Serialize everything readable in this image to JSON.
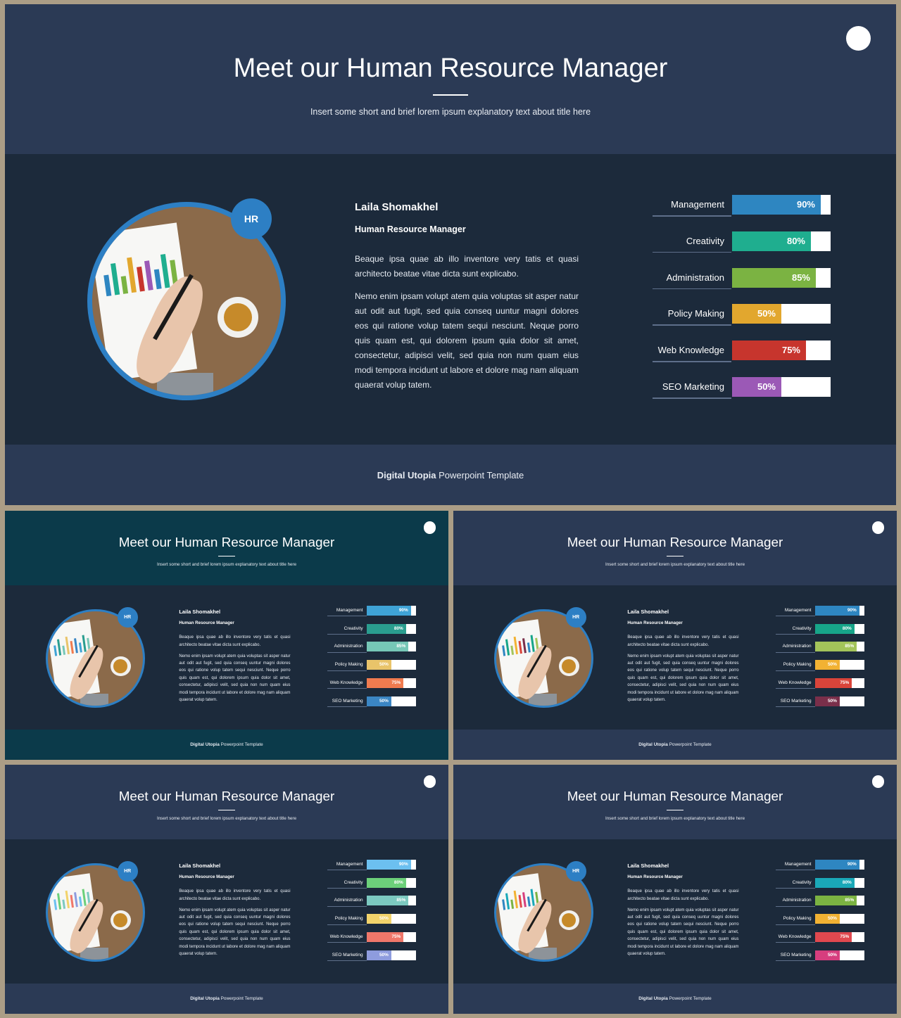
{
  "slide": {
    "title": "Meet our Human Resource Manager",
    "subtitle": "Insert some short and brief lorem ipsum explanatory text about title here",
    "badge": "HR",
    "name": "Laila Shomakhel",
    "role": "Human Resource Manager",
    "paragraph1": "Beaque ipsa quae ab illo inventore very tatis et quasi architecto beatae vitae dicta sunt explicabo.",
    "paragraph2": "Nemo enim ipsam volupt atem quia voluptas sit asper natur aut odit aut fugit, sed quia conseq uuntur magni dolores eos qui ratione volup tatem sequi nesciunt. Neque porro quis quam est, qui dolorem ipsum quia dolor sit amet, consectetur, adipisci velit, sed quia non num quam eius modi tempora incidunt ut labore et dolore mag nam aliquam quaerat volup tatem.",
    "footer_brand": "Digital Utopia",
    "footer_text": "Powerpoint Template"
  },
  "skills": [
    {
      "label": "Management",
      "value": 90,
      "text": "90%"
    },
    {
      "label": "Creativity",
      "value": 80,
      "text": "80%"
    },
    {
      "label": "Administration",
      "value": 85,
      "text": "85%"
    },
    {
      "label": "Policy Making",
      "value": 50,
      "text": "50%"
    },
    {
      "label": "Web Knowledge",
      "value": 75,
      "text": "75%"
    },
    {
      "label": "SEO Marketing",
      "value": 50,
      "text": "50%"
    }
  ],
  "variants": [
    {
      "header_bg": "#2b3a55",
      "footer_bg": "#2b3a55",
      "colors": [
        "#2e86c1",
        "#1fae8f",
        "#7bb342",
        "#e2a72e",
        "#c7352d",
        "#9b59b6"
      ]
    },
    {
      "header_bg": "#0b3a4a",
      "footer_bg": "#0b3a4a",
      "colors": [
        "#3fa3d6",
        "#2a9d8f",
        "#76c7b7",
        "#e9c46a",
        "#f07b4f",
        "#3b86c4"
      ]
    },
    {
      "header_bg": "#2b3a55",
      "footer_bg": "#2b3a55",
      "colors": [
        "#2e86c1",
        "#17a589",
        "#a3c45a",
        "#f2b233",
        "#d9443a",
        "#7a2f4a"
      ]
    },
    {
      "header_bg": "#2b3a55",
      "footer_bg": "#2b3a55",
      "colors": [
        "#6cc0f0",
        "#6cd07a",
        "#7cc9c0",
        "#f2d36b",
        "#f0776a",
        "#8e9cde"
      ]
    },
    {
      "header_bg": "#2b3a55",
      "footer_bg": "#2b3a55",
      "colors": [
        "#2e86c1",
        "#1aa8b8",
        "#7bb342",
        "#f2b233",
        "#e0484f",
        "#d63e7e"
      ]
    }
  ]
}
